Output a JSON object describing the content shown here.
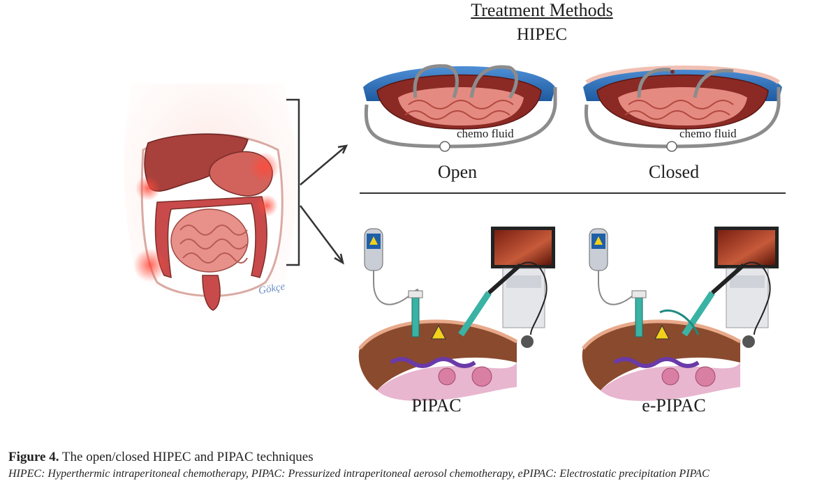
{
  "figure": {
    "title": "Treatment Methods",
    "subtitle": "HIPEC",
    "panels": {
      "open": {
        "label": "Open",
        "fluid_label": "chemo fluid"
      },
      "closed": {
        "label": "Closed",
        "fluid_label": "chemo fluid"
      },
      "pipac": {
        "label": "PIPAC"
      },
      "epipac": {
        "label": "e-PIPAC"
      }
    },
    "signature": "Gökçe"
  },
  "caption": {
    "figure_number": "Figure 4.",
    "text": "The open/closed HIPEC and PIPAC techniques",
    "abbreviations": "HIPEC: Hyperthermic intraperitoneal chemotherapy, PIPAC: Pressurized intraperitoneal aerosol chemotherapy, ePIPAC: Electrostatic precipitation PIPAC"
  },
  "colors": {
    "organ_red": "#c94a4a",
    "intestine_pink": "#e8918a",
    "liver": "#a8403c",
    "pad_blue": "#2f6fb5",
    "tube_gray": "#8c8c8c",
    "tissue_brown": "#8a4a2e"
  }
}
